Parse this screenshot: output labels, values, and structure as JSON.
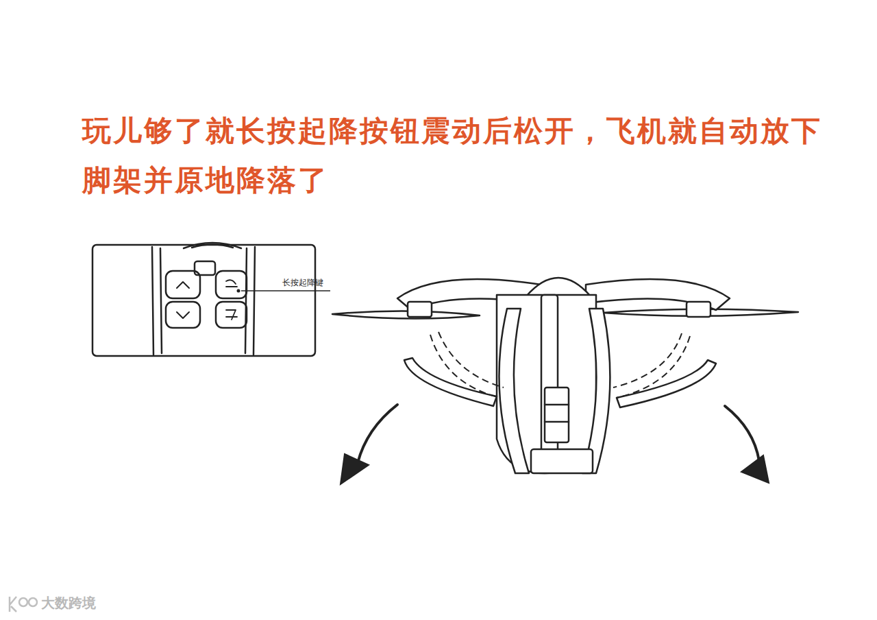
{
  "diagram": {
    "title": "玩儿够了就长按起降按钮震动后松开，飞机就自动放下脚架并原地降落了",
    "labels": [
      "长按起降键",
      "大数跨境"
    ]
  }
}
